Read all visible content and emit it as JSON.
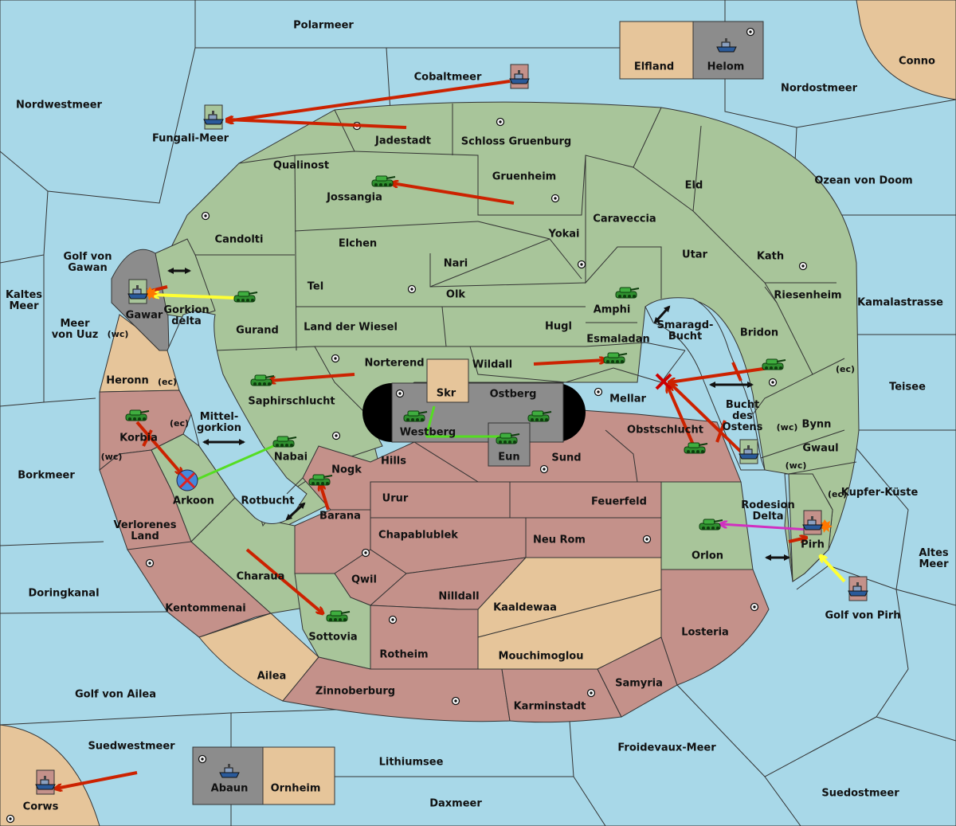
{
  "map": {
    "colors": {
      "sea": "#a8d8e8",
      "green_power": "#a8c59a",
      "red_power": "#c4918a",
      "neutral": "#e6c59a",
      "grey_power": "#8c8c8c",
      "move_order": "#cc2200",
      "support_yellow": "#ffff33",
      "support_green": "#55dd22",
      "support_magenta": "#d030c0"
    },
    "seas": {
      "polarmeer": "Polarmeer",
      "cobaltmeer": "Cobaltmeer",
      "nordwestmeer": "Nordwestmeer",
      "fungali_meer": "Fungali-Meer",
      "nordostmeer": "Nordostmeer",
      "conno": "Conno",
      "ozean_von_doom": "Ozean von Doom",
      "golf_von_gawan": "Golf von Gawan",
      "kaltes_meer": "Kaltes Meer",
      "meer_von_uuz": "Meer von Uuz",
      "kamalastrasse": "Kamalastrasse",
      "teisee": "Teisee",
      "borkmeer": "Borkmeer",
      "kupfer_kueste": "Kupfer-Küste",
      "altes_meer": "Altes Meer",
      "doringkanal": "Doringkanal",
      "golf_von_pirh": "Golf von Pirh",
      "golf_von_ailea": "Golf von Ailea",
      "suedwestmeer": "Suedwestmeer",
      "lithiumsee": "Lithiumsee",
      "froidevaux_meer": "Froidevaux-Meer",
      "suedostmeer": "Suedostmeer",
      "daxmeer": "Daxmeer",
      "mittelgorkion": "Mittel- gorkion",
      "rotbucht": "Rotbucht",
      "smaragd_bucht": "Smaragd- Bucht",
      "bucht_des_ostens": "Bucht des Ostens",
      "gorkion_delta": "Gorkion delta",
      "rodesion_delta": "Rodesion Delta"
    },
    "provinces": {
      "elfland": "Elfland",
      "helom": "Helom",
      "jadestadt": "Jadestadt",
      "schloss_gruenburg": "Schloss Gruenburg",
      "qualinost": "Qualinost",
      "gruenheim": "Gruenheim",
      "jossangia": "Jossangia",
      "eld": "Eld",
      "caraveccia": "Caraveccia",
      "candolti": "Candolti",
      "elchen": "Elchen",
      "yokai": "Yokai",
      "nari": "Nari",
      "utar": "Utar",
      "kath": "Kath",
      "tel": "Tel",
      "olk": "Olk",
      "amphi": "Amphi",
      "riesenheim": "Riesenheim",
      "gawar": "Gawar",
      "gurand": "Gurand",
      "land_der_wiesel": "Land der Wiesel",
      "hugl": "Hugl",
      "esmaladan": "Esmaladan",
      "bridon": "Bridon",
      "norterend": "Norterend",
      "wildall": "Wildall",
      "heronn": "Heronn",
      "saphirschlucht": "Saphirschlucht",
      "skr": "Skr",
      "ostberg": "Ostberg",
      "mellar": "Mellar",
      "westberg": "Westberg",
      "eun": "Eun",
      "obstschlucht": "Obstschlucht",
      "bynn": "Bynn",
      "korbia": "Korbia",
      "nabai": "Nabai",
      "hills": "Hills",
      "sund": "Sund",
      "gwaul": "Gwaul",
      "nogk": "Nogk",
      "arkoon": "Arkoon",
      "urur": "Urur",
      "feuerfeld": "Feuerfeld",
      "barana": "Barana",
      "verlorenes_land": "Verlorenes Land",
      "chapablublek": "Chapablublek",
      "neu_rom": "Neu Rom",
      "orlon": "Orlon",
      "pirh": "Pirh",
      "charaua": "Charaua",
      "qwil": "Qwil",
      "nilldall": "Nilldall",
      "kaaldewaa": "Kaaldewaa",
      "kentommenai": "Kentommenai",
      "sottovia": "Sottovia",
      "losteria": "Losteria",
      "rotheim": "Rotheim",
      "mouchimoglou": "Mouchimoglou",
      "ailea": "Ailea",
      "samyria": "Samyria",
      "zinnoberburg": "Zinnoberburg",
      "karminstadt": "Karminstadt",
      "corws": "Corws",
      "abaun": "Abaun",
      "ornheim": "Ornheim"
    },
    "coast_tags": {
      "wc": "(wc)",
      "ec": "(ec)"
    }
  }
}
